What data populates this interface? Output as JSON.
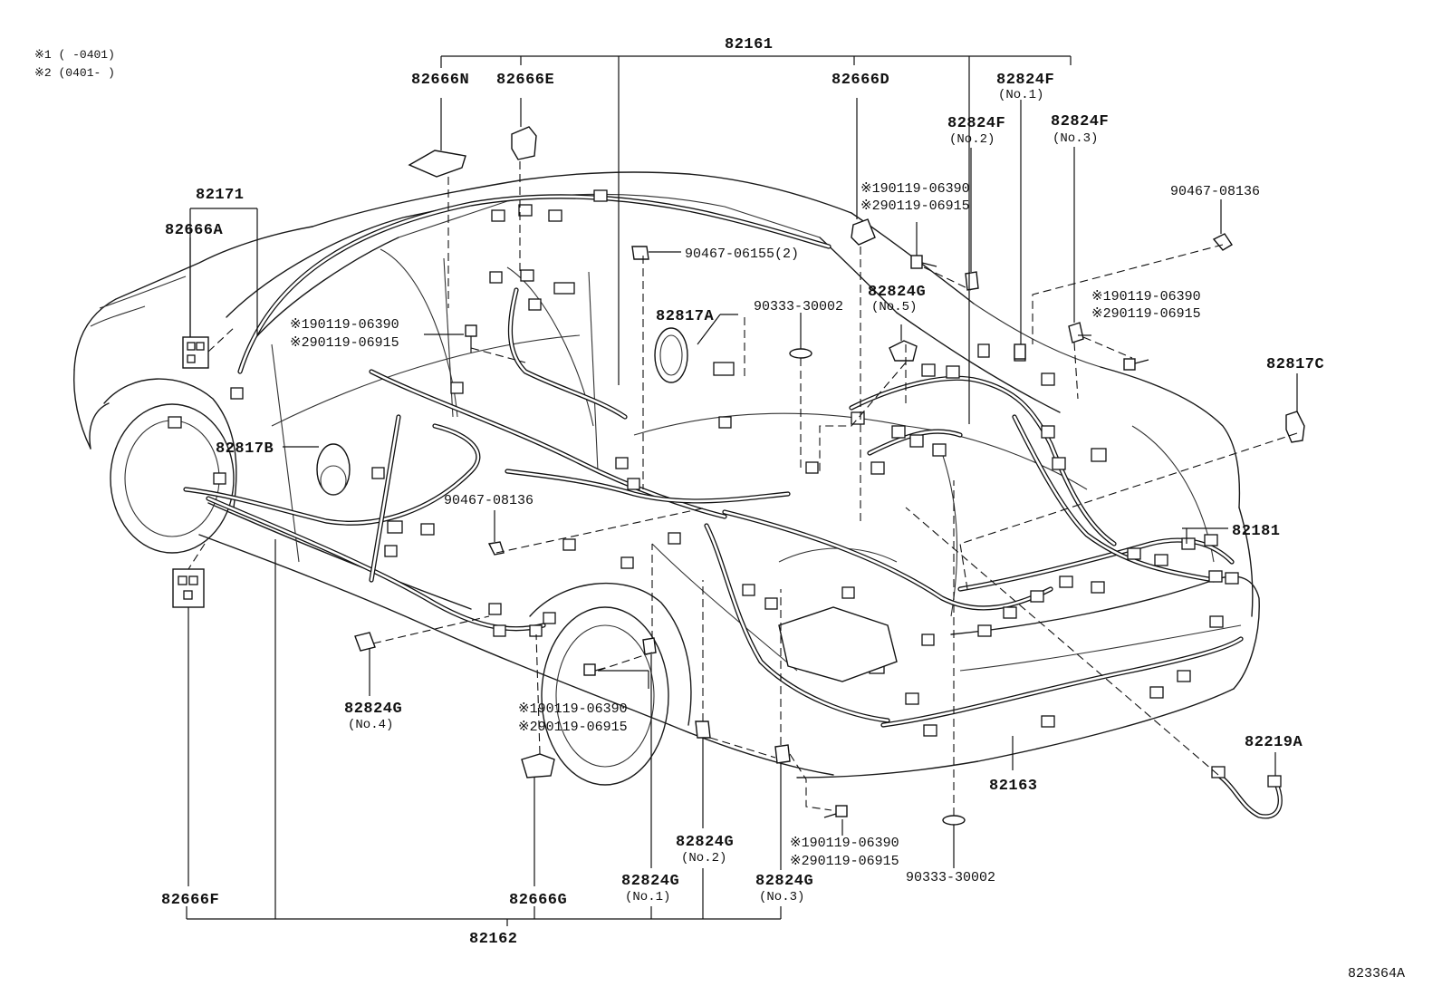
{
  "legend": {
    "note1": "※1 (      -0401)",
    "note2": "※2 (0401-       )"
  },
  "labels": {
    "p82161": "82161",
    "p82666N": "82666N",
    "p82666E": "82666E",
    "p82666D": "82666D",
    "p82824F_no1": "82824F",
    "p82824F_no1_sub": "(No.1)",
    "p82824F_no2": "82824F",
    "p82824F_no2_sub": "(No.2)",
    "p82824F_no3": "82824F",
    "p82824F_no3_sub": "(No.3)",
    "p82171": "82171",
    "p82666A": "82666A",
    "p90467_08136_top": "90467-08136",
    "bolt_top_1": "※190119-06390",
    "bolt_top_2": "※290119-06915",
    "p90467_06155": "90467-06155(2)",
    "p90333_30002_top": "90333-30002",
    "p82824G_no5": "82824G",
    "p82824G_no5_sub": "(No.5)",
    "p82817A": "82817A",
    "bolt_right_1": "※190119-06390",
    "bolt_right_2": "※290119-06915",
    "p82817C": "82817C",
    "bolt_left_1": "※190119-06390",
    "bolt_left_2": "※290119-06915",
    "p82817B": "82817B",
    "p90467_08136_mid": "90467-08136",
    "p82181": "82181",
    "p82824G_no4": "82824G",
    "p82824G_no4_sub": "(No.4)",
    "bolt_mid_1": "※190119-06390",
    "bolt_mid_2": "※290119-06915",
    "p82219A": "82219A",
    "p82163": "82163",
    "p82824G_no2": "82824G",
    "p82824G_no2_sub": "(No.2)",
    "bolt_bot_1": "※190119-06390",
    "bolt_bot_2": "※290119-06915",
    "p90333_30002_bot": "90333-30002",
    "p82666F": "82666F",
    "p82666G": "82666G",
    "p82824G_no1": "82824G",
    "p82824G_no1_sub": "(No.1)",
    "p82824G_no3": "82824G",
    "p82824G_no3_sub": "(No.3)",
    "p82162": "82162",
    "figure_id": "823364A"
  }
}
